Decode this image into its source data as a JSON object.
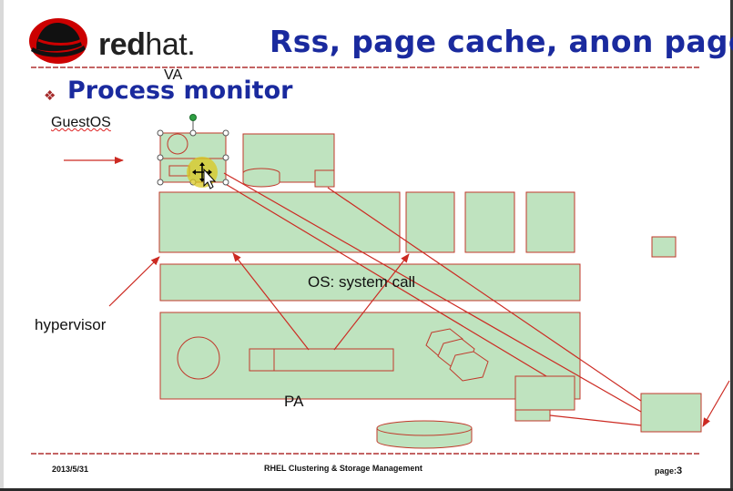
{
  "brand": {
    "name_bold": "red",
    "name_light": "hat",
    "suffix": "."
  },
  "slide": {
    "title": "Rss, page cache, anon page",
    "bullet_symbol": "❖",
    "heading": "Process monitor"
  },
  "diagram": {
    "va_label": "VA",
    "guestos_label": "GuestOS",
    "hypervisor_label": "hypervisor",
    "os_label": "OS: system call",
    "pa_label": "PA"
  },
  "footer": {
    "date": "2013/5/31",
    "center": "RHEL Clustering & Storage Management",
    "page_prefix": "page:",
    "page_number": "3"
  },
  "colors": {
    "title_blue": "#1a2a9e",
    "box_fill": "#bfe3bf",
    "box_stroke": "#c0392b",
    "arrow_red": "#cc2a22",
    "rule_red": "#b03030",
    "cursor_highlight": "#d9c820"
  },
  "icons": [
    "redhat-logo-icon",
    "move-cursor-icon",
    "selection-handle-icon"
  ]
}
